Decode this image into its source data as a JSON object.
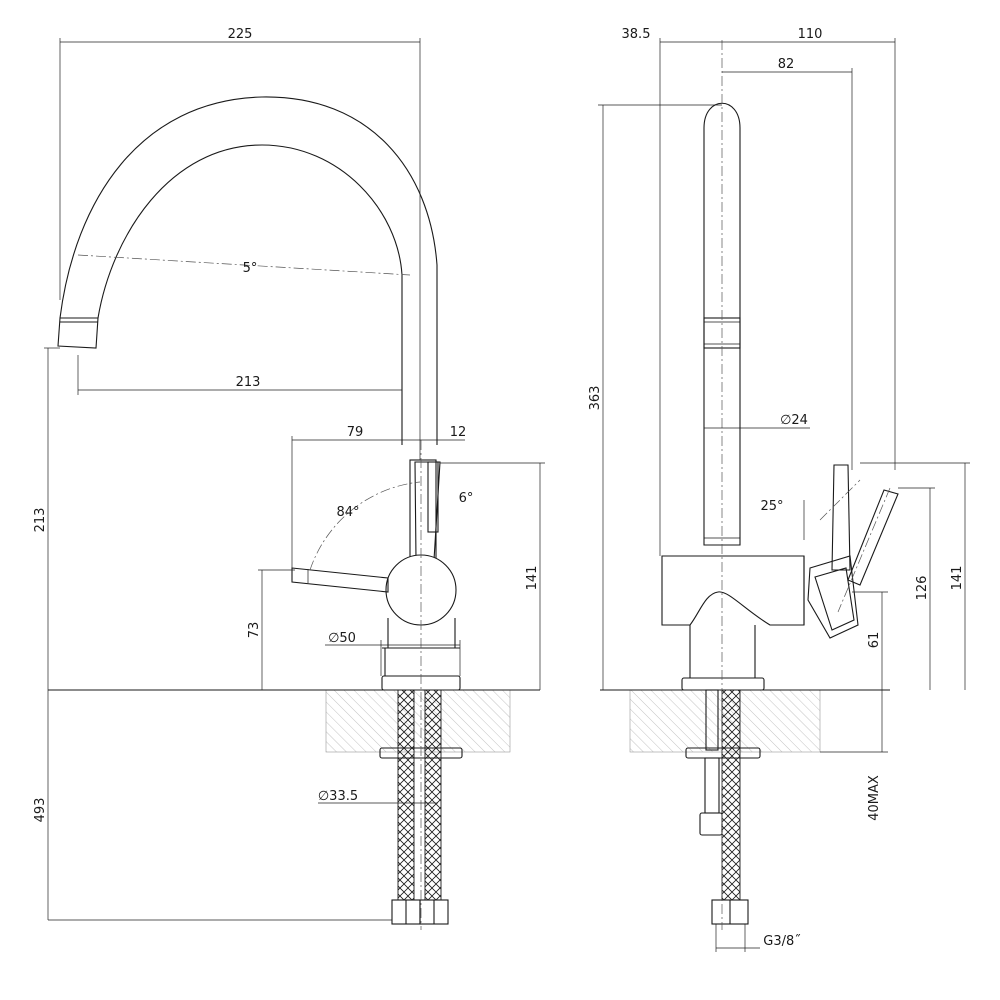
{
  "dimensions": {
    "front": {
      "overall_width": "225",
      "spout_angle": "5°",
      "spout_reach": "213",
      "lever_reach": "79",
      "lever_offset": "12",
      "lever_angle": "84°",
      "lever_tilt": "6°",
      "outlet_height": "213",
      "handle_height": "141",
      "lever_height": "73",
      "body_diameter": "∅50",
      "hole_diameter": "∅33.5",
      "hose_length": "493"
    },
    "side": {
      "back_offset": "38.5",
      "total_depth": "110",
      "spout_depth": "82",
      "total_height": "363",
      "spout_diameter": "∅24",
      "handle_angle": "25°",
      "body_height": "61",
      "handle_height_closed": "126",
      "handle_height_open": "141",
      "max_counter": "40MAX",
      "thread": "G3/8˝"
    }
  },
  "colors": {
    "line": "#1a1a1a",
    "hatch": "#9a9a9a",
    "background": "#ffffff"
  }
}
